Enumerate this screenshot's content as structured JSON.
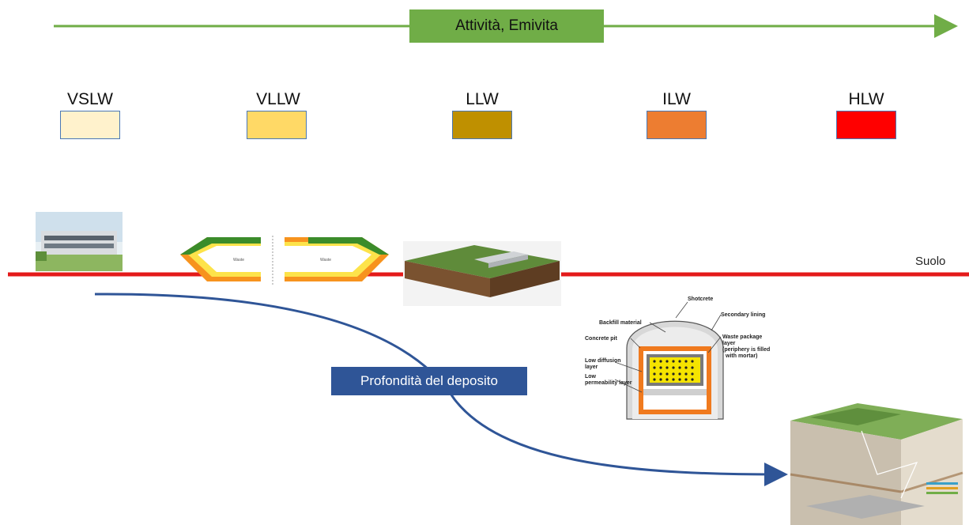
{
  "header": {
    "activity_label": "Attività, Emivita"
  },
  "categories": [
    {
      "label": "VSLW",
      "color": "#fff2cc"
    },
    {
      "label": "VLLW",
      "color": "#ffd966"
    },
    {
      "label": "LLW",
      "color": "#bf9000"
    },
    {
      "label": "ILW",
      "color": "#ed7d31"
    },
    {
      "label": "HLW",
      "color": "#ff0000"
    }
  ],
  "ground": {
    "label": "Suolo",
    "color": "#e41a1a"
  },
  "depth": {
    "label": "Profondità del deposito",
    "color": "#2f5597"
  },
  "arrow_color": "#70ad47",
  "tunnel_labels": {
    "shotcrete": "Shotcrete",
    "secondary_lining": "Secondary lining",
    "backfill": "Backfill material",
    "concrete_pit": "Concrete pit",
    "waste_package_1": "Waste package",
    "waste_package_2": "layer",
    "waste_package_3": "(periphery is filled",
    "waste_package_4": "with mortar)",
    "low_diffusion_1": "Low diffusion",
    "low_diffusion_2": "layer",
    "low_perm_1": "Low",
    "low_perm_2": "permeability layer"
  },
  "trench_labels": {
    "left": "Waste",
    "right": "Waste"
  }
}
